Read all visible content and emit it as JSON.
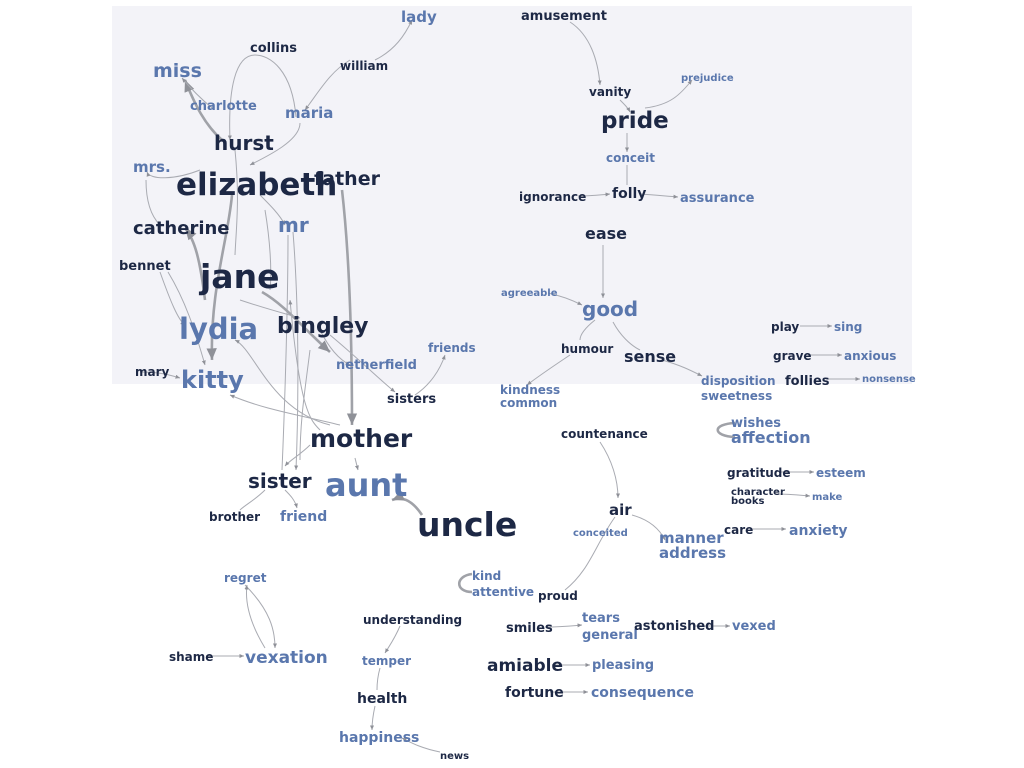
{
  "colors": {
    "dark": "#1d2845",
    "light": "#5a77ad",
    "edge": "#a9abb2",
    "panel": "#f3f3f8"
  },
  "words": {
    "lady": "lady",
    "amusement": "amusement",
    "collins": "collins",
    "william": "william",
    "miss": "miss",
    "vanity": "vanity",
    "prejudice": "prejudice",
    "charlotte": "charlotte",
    "maria": "maria",
    "pride": "pride",
    "hurst": "hurst",
    "conceit": "conceit",
    "mrs": "mrs.",
    "elizabeth": "elizabeth",
    "father": "father",
    "ignorance": "ignorance",
    "folly": "folly",
    "assurance": "assurance",
    "catherine": "catherine",
    "mr": "mr",
    "ease": "ease",
    "bennet": "bennet",
    "jane": "jane",
    "agreeable": "agreeable",
    "good": "good",
    "lydia": "lydia",
    "bingley": "bingley",
    "play": "play",
    "sing": "sing",
    "humour": "humour",
    "sense": "sense",
    "friends": "friends",
    "grave": "grave",
    "anxious": "anxious",
    "netherfield": "netherfield",
    "mary": "mary",
    "kitty": "kitty",
    "disposition": "disposition",
    "follies": "follies",
    "nonsense": "nonsense",
    "kindness": "kindness",
    "common": "common",
    "sweetness": "sweetness",
    "sisters": "sisters",
    "wishes": "wishes",
    "affection": "affection",
    "countenance": "countenance",
    "mother": "mother",
    "gratitude": "gratitude",
    "esteem": "esteem",
    "sister": "sister",
    "aunt": "aunt",
    "character": "character",
    "books": "books",
    "make": "make",
    "air": "air",
    "uncle": "uncle",
    "brother": "brother",
    "friend": "friend",
    "care": "care",
    "anxiety": "anxiety",
    "conceited": "conceited",
    "manner": "manner",
    "address": "address",
    "regret": "regret",
    "kind": "kind",
    "attentive": "attentive",
    "proud": "proud",
    "understanding": "understanding",
    "tears": "tears",
    "general": "general",
    "smiles": "smiles",
    "astonished": "astonished",
    "vexed": "vexed",
    "shame": "shame",
    "vexation": "vexation",
    "temper": "temper",
    "amiable": "amiable",
    "pleasing": "pleasing",
    "fortune": "fortune",
    "consequence": "consequence",
    "health": "health",
    "happiness": "happiness",
    "news": "news"
  }
}
